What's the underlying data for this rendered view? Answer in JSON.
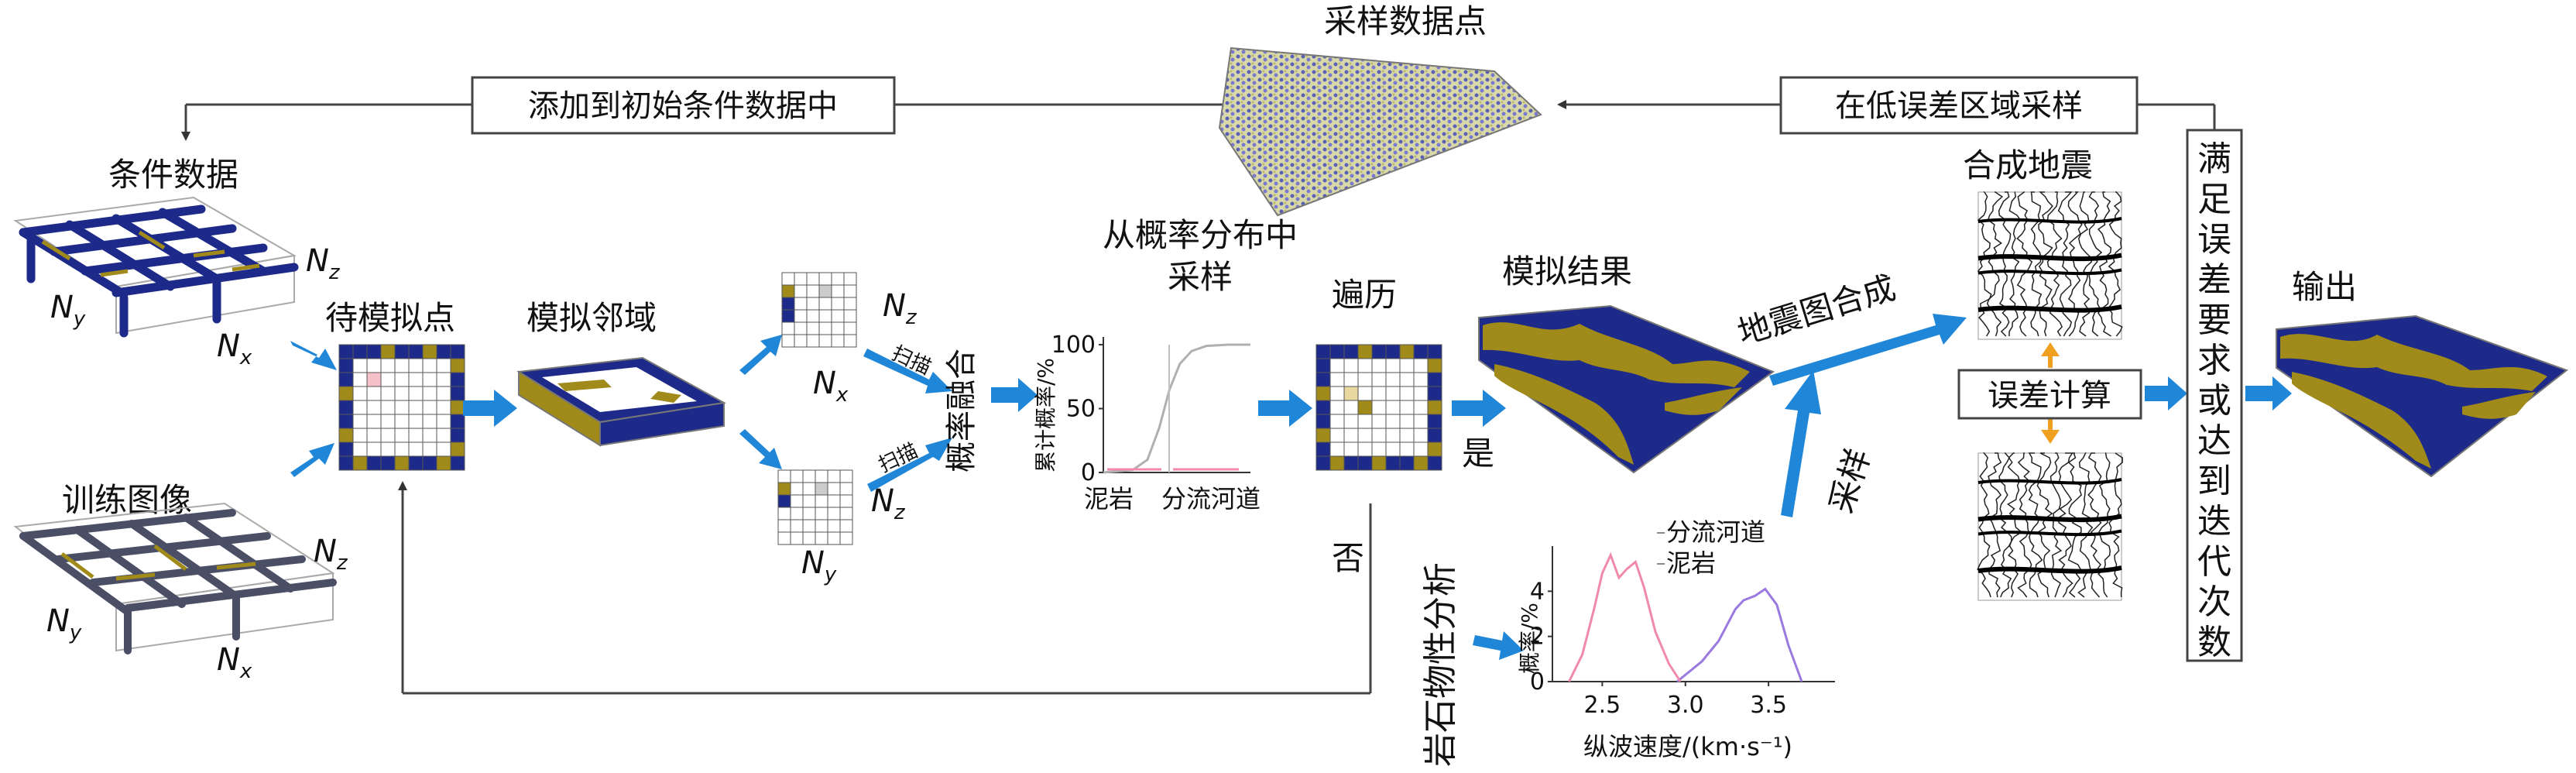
{
  "labels": {
    "sample_points": "采样数据点",
    "add_to_initial": "添加到初始条件数据中",
    "low_error_sampling": "在低误差区域采样",
    "condition_data": "条件数据",
    "training_image": "训练图像",
    "point_to_sim": "待模拟点",
    "sim_neighborhood": "模拟邻域",
    "scan": "扫描",
    "prob_fusion": "概率融合",
    "sample_from_dist_line1": "从概率分布中",
    "sample_from_dist_line2": "采样",
    "traverse": "遍历",
    "sim_result": "模拟结果",
    "yes": "是",
    "no": "否",
    "seismic_synthesis": "地震图合成",
    "sampling": "采样",
    "synthetic_seismic": "合成地震",
    "error_calc": "误差计算",
    "criteria": "满足误差要求或达到迭代次数",
    "output": "输出",
    "petrophysics": "岩石物性分析"
  },
  "axis": {
    "Nx": "N",
    "Nx_sub": "x",
    "Ny": "N",
    "Ny_sub": "y",
    "Nz": "N",
    "Nz_sub": "z"
  },
  "colors": {
    "navy": "#1e2a8a",
    "olive": "#a08a1a",
    "blue_arrow": "#1f86d8",
    "orange": "#f0a020",
    "pink": "#f08aa8",
    "purple": "#9a7ae0"
  },
  "chart_data": [
    {
      "type": "line",
      "ylabel": "累计概率/%",
      "yticks": [
        "0",
        "50",
        "100"
      ],
      "ylim": [
        0,
        100
      ],
      "categories": [
        "泥岩",
        "分流河道"
      ],
      "series": [
        {
          "x": [
            0,
            0.2,
            0.3,
            0.38,
            0.45,
            0.52,
            0.6,
            0.7,
            0.85,
            1.0
          ],
          "values": [
            0,
            2,
            10,
            35,
            65,
            85,
            95,
            99,
            100,
            100
          ]
        }
      ]
    },
    {
      "type": "line",
      "xlabel": "纵波速度/(km·s⁻¹)",
      "ylabel": "概率/%",
      "xticks": [
        "2.5",
        "3.0",
        "3.5"
      ],
      "yticks": [
        "0",
        "2",
        "4"
      ],
      "xlim": [
        2.2,
        3.9
      ],
      "ylim": [
        0,
        6
      ],
      "series": [
        {
          "name": "分流河道",
          "x": [
            2.95,
            3.0,
            3.1,
            3.2,
            3.3,
            3.35,
            3.42,
            3.48,
            3.55,
            3.62,
            3.7
          ],
          "values": [
            0,
            0.3,
            0.9,
            1.8,
            3.2,
            3.6,
            3.8,
            4.1,
            3.4,
            1.6,
            0
          ]
        },
        {
          "name": "泥岩",
          "x": [
            2.3,
            2.38,
            2.45,
            2.5,
            2.55,
            2.6,
            2.65,
            2.7,
            2.75,
            2.82,
            2.9,
            2.97
          ],
          "values": [
            0,
            1.2,
            3.2,
            4.8,
            5.6,
            4.6,
            5.0,
            5.3,
            4.2,
            2.2,
            0.8,
            0
          ]
        }
      ]
    }
  ]
}
